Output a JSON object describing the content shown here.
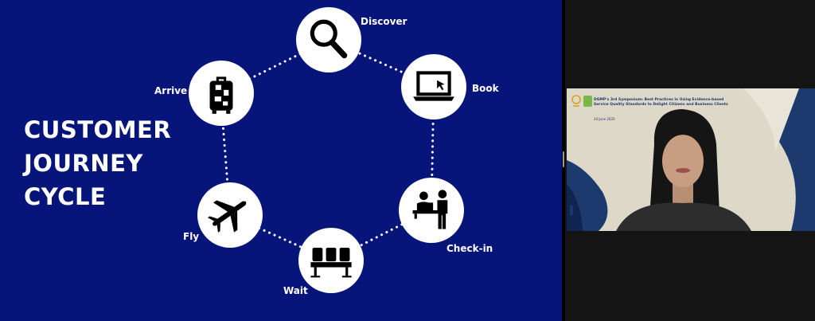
{
  "slide": {
    "headline": [
      "CUSTOMER",
      "JOURNEY",
      "CYCLE"
    ],
    "stages": [
      {
        "label": "Discover",
        "icon": "magnifier-icon"
      },
      {
        "label": "Book",
        "icon": "laptop-icon"
      },
      {
        "label": "Check-in",
        "icon": "check-in-desk-icon"
      },
      {
        "label": "Wait",
        "icon": "waiting-seats-icon"
      },
      {
        "label": "Fly",
        "icon": "airplane-icon"
      },
      {
        "label": "Arrive",
        "icon": "suitcase-icon"
      }
    ],
    "colors": {
      "background": "#07157a",
      "node": "#ffffff",
      "text": "#ffffff"
    }
  },
  "video": {
    "card_title": "DGMP's 3rd Symposium: Best Practices in Using Evidence-based Service Quality Standards to Delight Citizens and Business Clients",
    "card_date": "24 June 2020",
    "logos": [
      "dap-logo-icon",
      "green-logo-icon"
    ],
    "contacts": [
      "",
      "",
      ""
    ]
  }
}
